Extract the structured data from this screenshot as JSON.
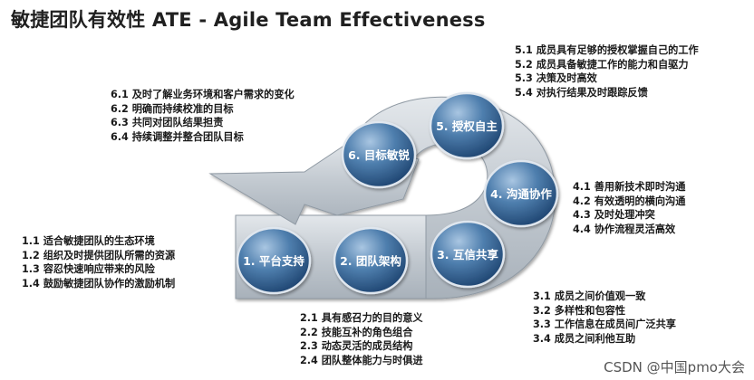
{
  "title": "敏捷团队有效性 ATE - Agile Team Effectiveness",
  "nodes": [
    "1. 平台支持",
    "2. 团队架构",
    "3. 互信共享",
    "4. 沟通协作",
    "5. 授权自主",
    "6. 目标敏锐"
  ],
  "groups": {
    "g1": [
      "1.1 适合敏捷团队的生态环境",
      "1.2 组织及时提供团队所需的资源",
      "1.3 容忍快速响应带来的风险",
      "1.4 鼓励敏捷团队协作的激励机制"
    ],
    "g2": [
      "2.1 具有感召力的目的意义",
      "2.2 技能互补的角色组合",
      "2.3 动态灵活的成员结构",
      "2.4 团队整体能力与时俱进"
    ],
    "g3": [
      "3.1 成员之间价值观一致",
      "3.2 多样性和包容性",
      "3.3 工作信息在成员间广泛共享",
      "3.4 成员之间利他互助"
    ],
    "g4": [
      "4.1 善用新技术即时沟通",
      "4.2 有效透明的横向沟通",
      "4.3 及时处理冲突",
      "4.4 协作流程灵活高效"
    ],
    "g5": [
      "5.1 成员具有足够的授权掌握自己的工作",
      "5.2 成员具备敏捷工作的能力和自驱力",
      "5.3 决策及时高效",
      "5.4 对执行结果及时跟踪反馈"
    ],
    "g6": [
      "6.1 及时了解业务环境和客户需求的变化",
      "6.2 明确而持续校准的目标",
      "6.3 共同对团队结果担责",
      "6.4 持续调整并整合团队目标"
    ]
  },
  "watermark": "CSDN @中国pmo大会",
  "colors": {
    "band": "#c2c9d0",
    "band_edge": "#8f99a3",
    "sphere_light": "#8fb3d6",
    "sphere_dark": "#1f4a7a"
  }
}
